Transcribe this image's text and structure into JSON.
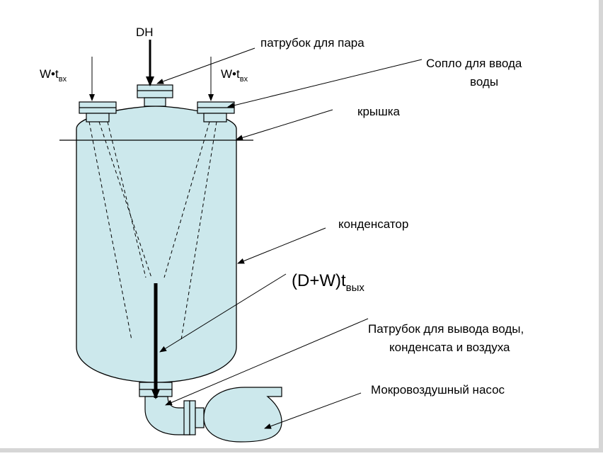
{
  "colors": {
    "fill": "#cce8ec",
    "stroke": "#000000",
    "shadow": "#d0d0d0"
  },
  "labels": {
    "dh": "DH",
    "steam_nozzle": "патрубок для пара",
    "water_nozzle_line1": "Сопло для ввода",
    "water_nozzle_line2": "воды",
    "lid": "крышка",
    "condenser": "конденсатор",
    "outlet_line1": "Патрубок для вывода воды,",
    "outlet_line2": "конденсата и воздуха",
    "pump": "Мокровоздушный насос",
    "w_inlet_left_main": "W•t",
    "w_inlet_left_sub": "вх",
    "w_inlet_right_main": "W•t",
    "w_inlet_right_sub": "вх",
    "mix_main": "(D+W)t",
    "mix_sub": "вых"
  }
}
